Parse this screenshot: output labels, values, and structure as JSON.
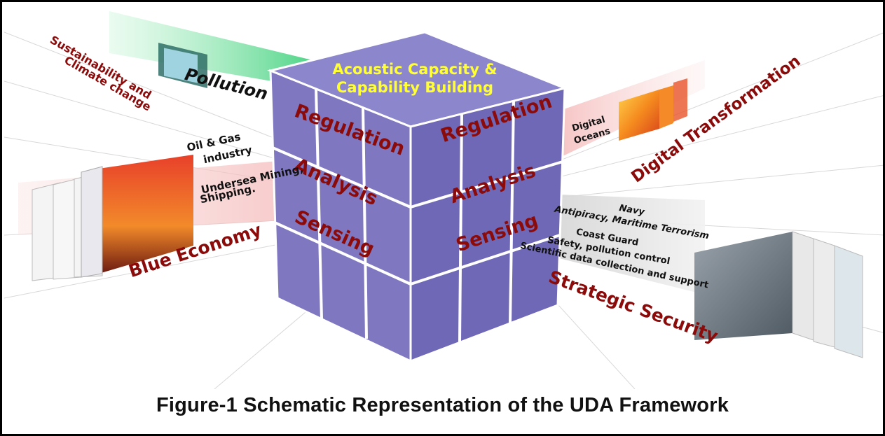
{
  "figure": {
    "caption": "Figure-1 Schematic Representation of the UDA Framework"
  },
  "cube": {
    "top_line1": "Acoustic Capacity &",
    "top_line2": "Capability Building",
    "left_face": [
      "Regulation",
      "Analysis",
      "Sensing"
    ],
    "right_face": [
      "Regulation",
      "Analysis",
      "Sensing"
    ]
  },
  "sustainability": {
    "line1": "Sustainability and",
    "line2": "Climate change",
    "pollution": "Pollution"
  },
  "blue_economy": {
    "title": "Blue Economy",
    "item1_line1": "Oil & Gas",
    "item1_line2": "industry",
    "item2_line1": "Undersea Mining,",
    "item2_line2": "Shipping."
  },
  "digital": {
    "title": "Digital Transformation",
    "line1": "Digital",
    "line2": "Oceans"
  },
  "security": {
    "title": "Strategic Security",
    "navy": "Navy",
    "navy_sub": "Antipiracy, Maritime Terrorism",
    "coast_guard": "Coast Guard",
    "cg_line1": "Safety, pollution control",
    "cg_line2": "Scientific data collection and support"
  },
  "colors": {
    "cube_face": "#7f78c0",
    "cube_top": "#8c86cc",
    "cube_dark": "#6b63ad",
    "label_red": "#8b0a0a",
    "top_text": "#ffff33",
    "pollution_band": "#7ee0a0",
    "blue_economy_band": "#f6c9c9",
    "security_band": "#d9d9d9"
  }
}
